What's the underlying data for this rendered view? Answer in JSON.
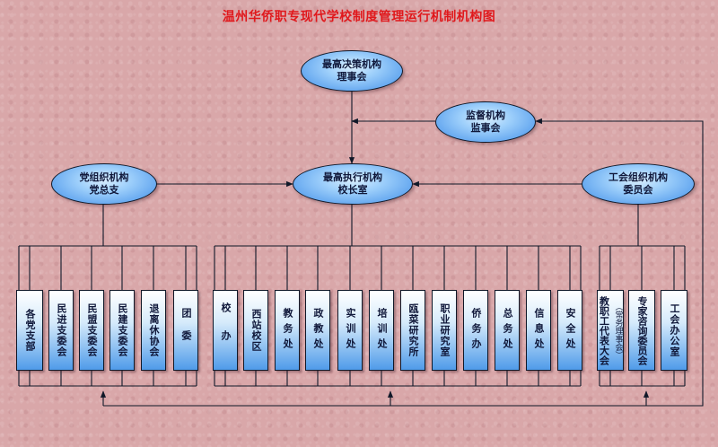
{
  "title": "温州华侨职专现代学校制度管理运行机制机构图",
  "colors": {
    "title": "#e0181c",
    "line": "#101828",
    "node_fill": "#5aa6f0",
    "background": "#d9a7a9"
  },
  "nodes": {
    "top": {
      "line1": "最高决策机构",
      "line2": "理事会"
    },
    "supervision": {
      "line1": "监督机构",
      "line2": "监事会"
    },
    "executive": {
      "line1": "最高执行机构",
      "line2": "校长室"
    },
    "party": {
      "line1": "党组织机构",
      "line2": "党总支"
    },
    "union": {
      "line1": "工会组织机构",
      "line2": "委员会"
    }
  },
  "party_units": [
    "各党支部",
    "民进支委会",
    "民盟支委会",
    "民建支委会",
    "退离休协会",
    "团委"
  ],
  "exec_units": [
    "校办",
    "西站校区",
    "教务处",
    "政教处",
    "实训处",
    "培训处",
    "瓯菜研究所",
    "职业研究室",
    "侨务办",
    "总务处",
    "信息处",
    "安全处"
  ],
  "union_units": {
    "congress": {
      "col1": "教职工代表大会",
      "col2": "（常务理事会）"
    },
    "advisory": "专家咨询委员会",
    "office": "工会办公室"
  }
}
